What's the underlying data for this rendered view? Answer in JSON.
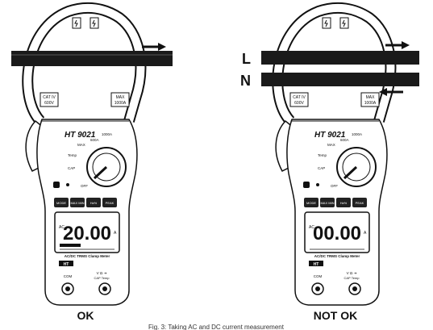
{
  "caption": "Fig. 3: Taking AC and DC current measurement",
  "meter_common": {
    "model": "HT 9021",
    "cat_rating_text": [
      "CAT IV",
      "600V"
    ],
    "max_rating_text": [
      "MAX",
      "1000A"
    ],
    "rotary_labels": [
      "1000A",
      "600A",
      "MAX",
      "Temp",
      "CAP",
      "OFF"
    ],
    "buttons": [
      "MODE",
      "MAX MIN",
      "Hz%",
      "PEAK"
    ],
    "panel_label": "AC/DC TRMS Clamp Meter",
    "brand_logo": "HT",
    "terminal_left": "COM",
    "terminal_right": "V Ω ⇥",
    "terminal_right_sub": "CAP Temp",
    "ac_indicator": "AC",
    "unit_indicator": "A"
  },
  "panels": [
    {
      "id": "ok",
      "status_label": "OK",
      "display_value": "20.00",
      "conductors": [
        {
          "label": "",
          "arrow": "right"
        }
      ]
    },
    {
      "id": "not-ok",
      "status_label": "NOT OK",
      "display_value": "00.00",
      "conductors": [
        {
          "label": "L",
          "arrow": "right"
        },
        {
          "label": "N",
          "arrow": "left"
        }
      ]
    }
  ],
  "colors": {
    "ink": "#111111",
    "display_bg": "#ffffff",
    "background": "#ffffff"
  }
}
